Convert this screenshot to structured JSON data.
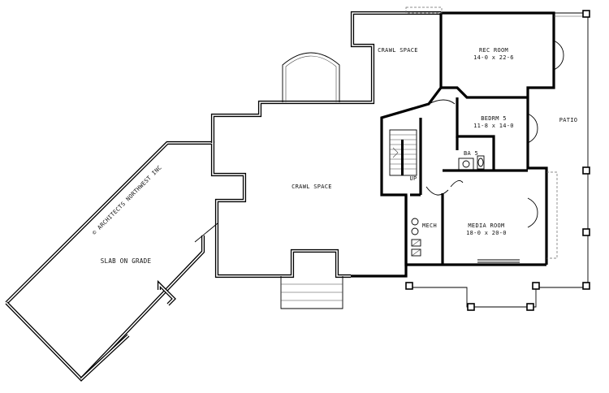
{
  "rooms": {
    "crawl_space_top": {
      "name": "CRAWL SPACE"
    },
    "rec_room": {
      "name": "REC ROOM",
      "dims": "14-0 x 22-6"
    },
    "bedroom5": {
      "name": "BEDRM 5",
      "dims": "11-8 x 14-0"
    },
    "bath5": {
      "name": "BA 5"
    },
    "patio": {
      "name": "PATIO"
    },
    "crawl_space_main": {
      "name": "CRAWL SPACE"
    },
    "media_room": {
      "name": "MEDIA ROOM",
      "dims": "18-0 x 20-0"
    },
    "mech": {
      "name": "MECH"
    },
    "slab": {
      "name": "SLAB ON GRADE"
    }
  },
  "stair": {
    "label": "UP"
  },
  "watermark": {
    "text": "© ARCHITECTS NORTHWEST INC"
  }
}
